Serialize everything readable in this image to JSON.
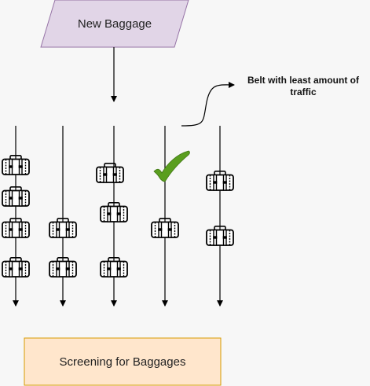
{
  "nodes": {
    "new_baggage": "New Baggage",
    "screening": "Screening for Baggages"
  },
  "annotation": {
    "text": "Belt with least amount of traffic"
  },
  "belts": [
    {
      "suitcases": 4,
      "selected": false
    },
    {
      "suitcases": 2,
      "selected": false
    },
    {
      "suitcases": 3,
      "selected": false
    },
    {
      "suitcases": 1,
      "selected": true
    },
    {
      "suitcases": 2,
      "selected": false
    }
  ],
  "colors": {
    "input_fill": "#e1d5e7",
    "input_stroke": "#9673a6",
    "output_fill": "#ffe6cc",
    "output_stroke": "#d79b00",
    "check_mark": "#5a9e1f",
    "line": "#000000"
  },
  "icons": {
    "suitcase": "suitcase-icon",
    "check": "check-mark-icon"
  }
}
